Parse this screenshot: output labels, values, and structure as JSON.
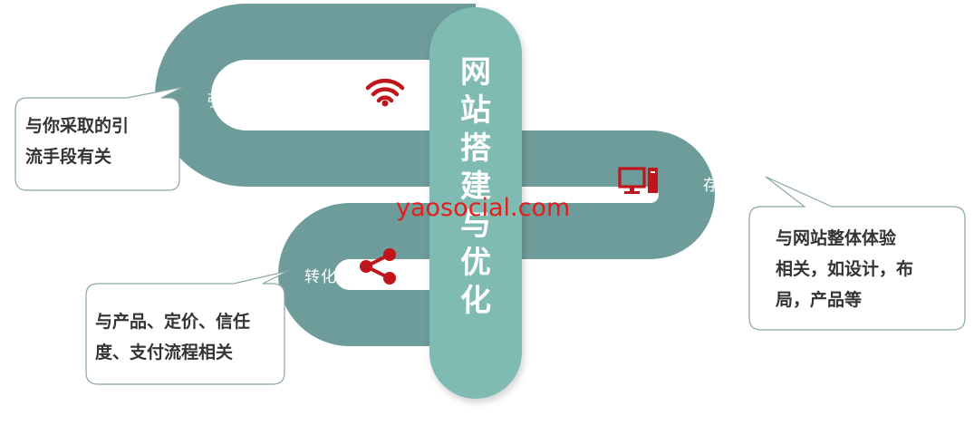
{
  "title_chars": [
    "网",
    "站",
    "搭",
    "建",
    "与",
    "优",
    "化"
  ],
  "stages": {
    "attract": {
      "label": "引流",
      "icon": "wifi-icon"
    },
    "retain": {
      "label": "存留",
      "icon": "computer-icon"
    },
    "convert": {
      "label": "转化",
      "icon": "share-icon"
    }
  },
  "callouts": {
    "attract": {
      "lines": [
        "与你采取的引",
        "流手段有关"
      ]
    },
    "retain": {
      "lines": [
        "与网站整体体验",
        "相关，如设计，布",
        "局，产品等"
      ]
    },
    "convert": {
      "lines": [
        "与产品、定价、信任",
        "度、支付流程相关"
      ]
    }
  },
  "watermark": "yaosocial.com",
  "colors": {
    "track": "#6e9c9a",
    "pillar": "#7fbab3",
    "icon": "#c0161b",
    "bubble_border": "#8aa8a4"
  }
}
